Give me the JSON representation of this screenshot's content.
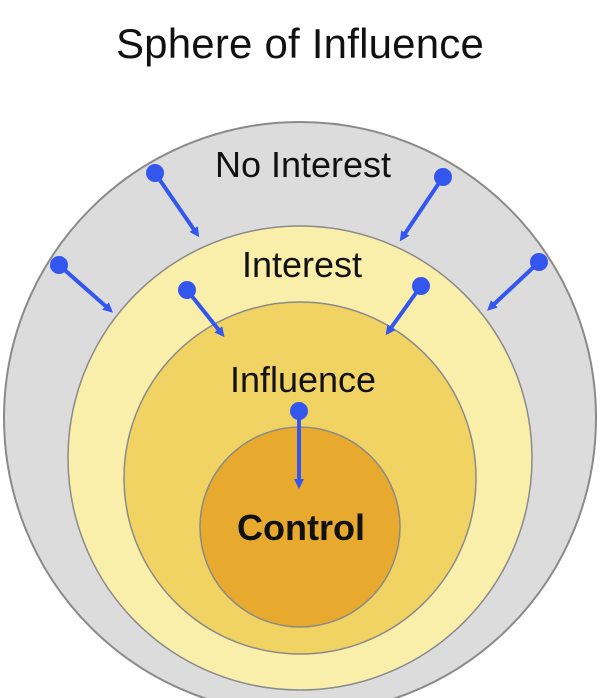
{
  "title": "Sphere of Influence",
  "rings": {
    "outer": {
      "label": "No Interest",
      "color": "#dcdcdc"
    },
    "interest": {
      "label": "Interest",
      "color": "#f9efab"
    },
    "influence": {
      "label": "Influence",
      "color": "#f1d364"
    },
    "control": {
      "label": "Control",
      "color": "#e8aa2e"
    }
  },
  "arrow_color": "#3357ee"
}
